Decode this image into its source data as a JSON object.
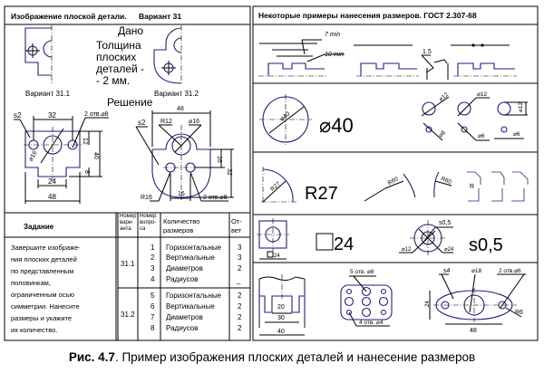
{
  "left": {
    "header": {
      "title": "Изображение плоской детали.",
      "variant": "Вариант  31"
    },
    "given_label": "Дано",
    "thickness_lines": [
      "Толщина",
      "плоских",
      "деталей -",
      "- 2 мм."
    ],
    "variant_labels": [
      "Вариант 31.1",
      "Вариант 31.2"
    ],
    "solution_label": "Решение",
    "solution1_dims": {
      "s": "s2",
      "d32": "32",
      "holes": "2 отв.⌀8",
      "dia": "⌀16",
      "d12": "12",
      "d40": "40",
      "d8": "8",
      "d24": "24",
      "d48": "48"
    },
    "solution2_dims": {
      "d48": "48",
      "s": "s2",
      "r12": "R12",
      "dia": "⌀16",
      "d16v": "16",
      "d32": "32",
      "r16": "R16",
      "d16h": "16",
      "holes": "2 отв.⌀8"
    },
    "table": {
      "headers": [
        "Задание",
        "Номер вари-анта",
        "Номер вопро-са",
        "Количество размеров",
        "От-вет"
      ],
      "task_lines": [
        "Завершите изображе-",
        "ния плоских деталей",
        "по представленным",
        "половинкам,",
        "ограниченным осью",
        "симметрии. Нанесите",
        "размеры и укажите",
        "их количество."
      ],
      "groups": [
        {
          "variant": "31.1",
          "rows": [
            {
              "q": "1",
              "kind": "Горизонтальные",
              "answer": "3"
            },
            {
              "q": "2",
              "kind": "Вертикальные",
              "answer": "3"
            },
            {
              "q": "3",
              "kind": "Диаметров",
              "answer": "2"
            },
            {
              "q": "4",
              "kind": "Радиусов",
              "answer": "–"
            }
          ]
        },
        {
          "variant": "31.2",
          "rows": [
            {
              "q": "5",
              "kind": "Горизонтальные",
              "answer": "2"
            },
            {
              "q": "6",
              "kind": "Вертикальные",
              "answer": "2"
            },
            {
              "q": "7",
              "kind": "Диаметров",
              "answer": "2"
            },
            {
              "q": "8",
              "kind": "Радиусов",
              "answer": "2"
            }
          ]
        }
      ]
    }
  },
  "right": {
    "header": "Некоторые примеры нанесения размеров.   ГОСТ 2.307-68",
    "row1": {
      "min7": "7 min",
      "min10": "10 min",
      "d15": "1.5"
    },
    "row2": {
      "big": "⌀40",
      "small": "⌀40",
      "d12a": "⌀12",
      "d12b": "⌀12",
      "d12c": "⌀12",
      "d8": "⌀8",
      "d6a": "⌀6",
      "d6b": "⌀6"
    },
    "row3": {
      "big": "R27",
      "small": "R27",
      "r60a": "R60",
      "r60b": "R60",
      "r": "R"
    },
    "row4": {
      "sq_small": "24",
      "sq_big": "24",
      "s05": "s0,5",
      "s05_big": "s0,5",
      "d12": "⌀12",
      "d24": "⌀24"
    },
    "row5": {
      "d20": "20",
      "d30": "30",
      "d40": "40",
      "holes5": "5 отв. ⌀8",
      "holes4": "4 отв. ⌀4",
      "s4": "s4",
      "d18": "⌀18",
      "holes2": "2 отв.⌀6",
      "d24": "24",
      "d48": "48",
      "r6": "R6"
    }
  },
  "caption": {
    "label": "Рис. 4.7",
    "text": ". Пример изображения плоских деталей и нанесение размеров"
  },
  "colors": {
    "geometry": "#1e1e8c",
    "lines": "#000000"
  }
}
